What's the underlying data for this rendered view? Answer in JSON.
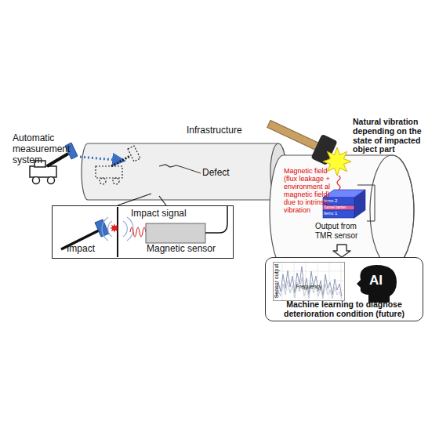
{
  "diagram": {
    "nodes": [
      {
        "text": [
          "Impact",
          "Impact signal",
          "Magnetic sensor"
        ]
      },
      {
        "text": [
          "ferro 2",
          "Tunnel barrier",
          "ferro 1",
          "Output from TMR sensor"
        ]
      },
      {
        "text": [
          "Machine learning to diagnose deterioration condition (future)"
        ]
      },
      {
        "text": [
          "Sensor output",
          "Frequency"
        ],
        "in": 2
      }
    ],
    "edges": [
      {
        "from": 1,
        "to": 2,
        "arrow": "to"
      }
    ],
    "labels": [
      "Automatic measurement system",
      "Infrastructure",
      "Defect",
      "Natural vibration depending on the state of impacted object part",
      "Magnetic field (flux leakage + environment al magnetic field) due to intrinsic vibration",
      "AI"
    ]
  }
}
